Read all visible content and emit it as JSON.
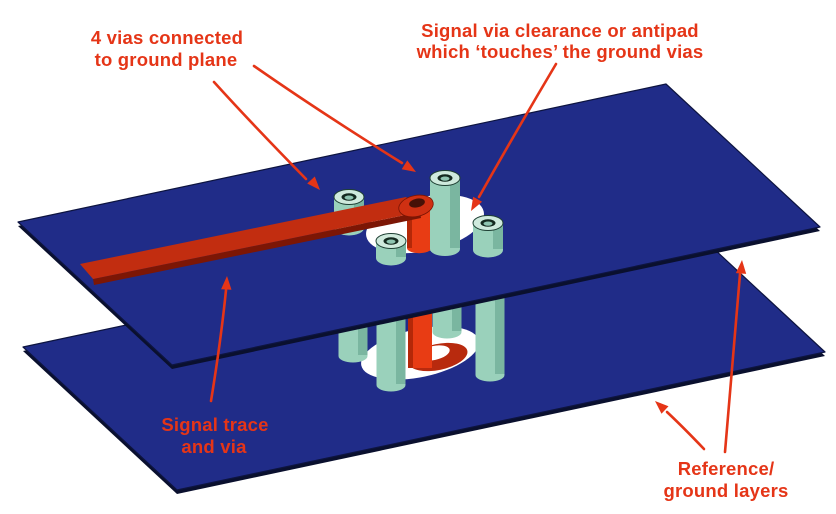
{
  "labels": {
    "ground_vias": {
      "line1": "4 vias connected",
      "line2": "to ground plane"
    },
    "antipad": {
      "line1": "Signal via clearance or antipad",
      "line2": "which ‘touches’ the ground vias"
    },
    "signal_trace": {
      "line1": "Signal trace",
      "line2": "and via"
    },
    "reference": {
      "line1": "Reference/",
      "line2": "ground layers"
    }
  },
  "colors": {
    "background": "#ffffff",
    "plane": "#202c88",
    "plane_edge": "#0a102e",
    "antipad": "#ffffff",
    "trace": "#c22d10",
    "trace_side": "#7c1605",
    "pad": "#cf3012",
    "pad_hole": "#471107",
    "pad_ring": "#b82a0e",
    "signal_via": "#e83c14",
    "signal_via_shade": "#b42808",
    "ground_via": "#9ad1bb",
    "ground_via_top": "#cfeadd",
    "ground_via_shade": "#7ab6a0",
    "via_hole": "#14291f",
    "via_hole_center": "#8fc5b1",
    "annotation": "#e53517"
  }
}
